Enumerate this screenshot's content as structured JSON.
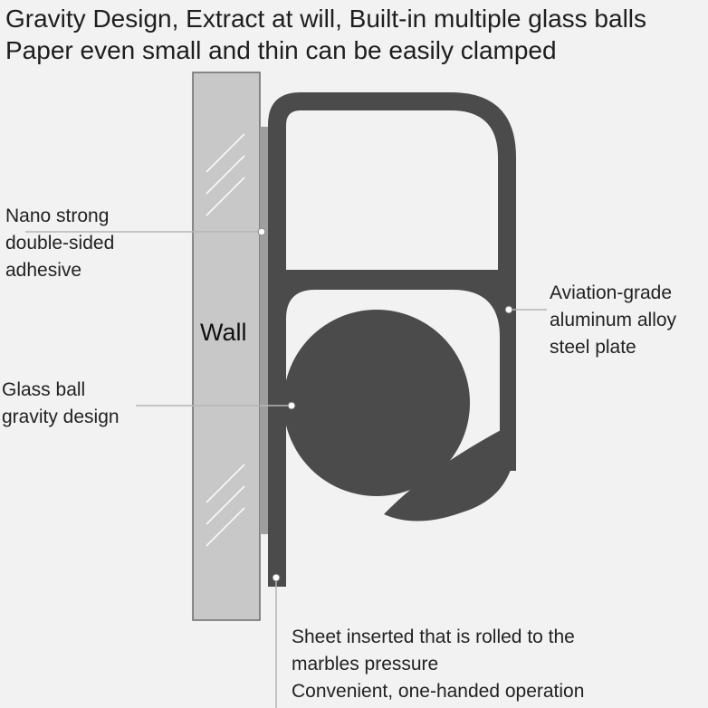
{
  "headline": {
    "line1": "Gravity Design, Extract at will, Built-in multiple glass balls",
    "line2": "Paper even small and thin can be easily clamped"
  },
  "wall": {
    "label": "Wall"
  },
  "callouts": {
    "adhesive": [
      "Nano strong",
      "double-sided",
      "adhesive"
    ],
    "plate": [
      "Aviation-grade",
      "aluminum alloy",
      "steel plate"
    ],
    "ball": [
      "Glass ball",
      "gravity design"
    ],
    "sheet": [
      "Sheet inserted that is rolled to the",
      "marbles pressure",
      "Convenient, one-handed operation"
    ]
  },
  "colors": {
    "background": "#f2f2f2",
    "clip": "#4b4b4b",
    "wall_fill": "#c8c8c8",
    "adhesive_strip": "#9e9e9e",
    "leader_line": "#b5b5b5"
  }
}
